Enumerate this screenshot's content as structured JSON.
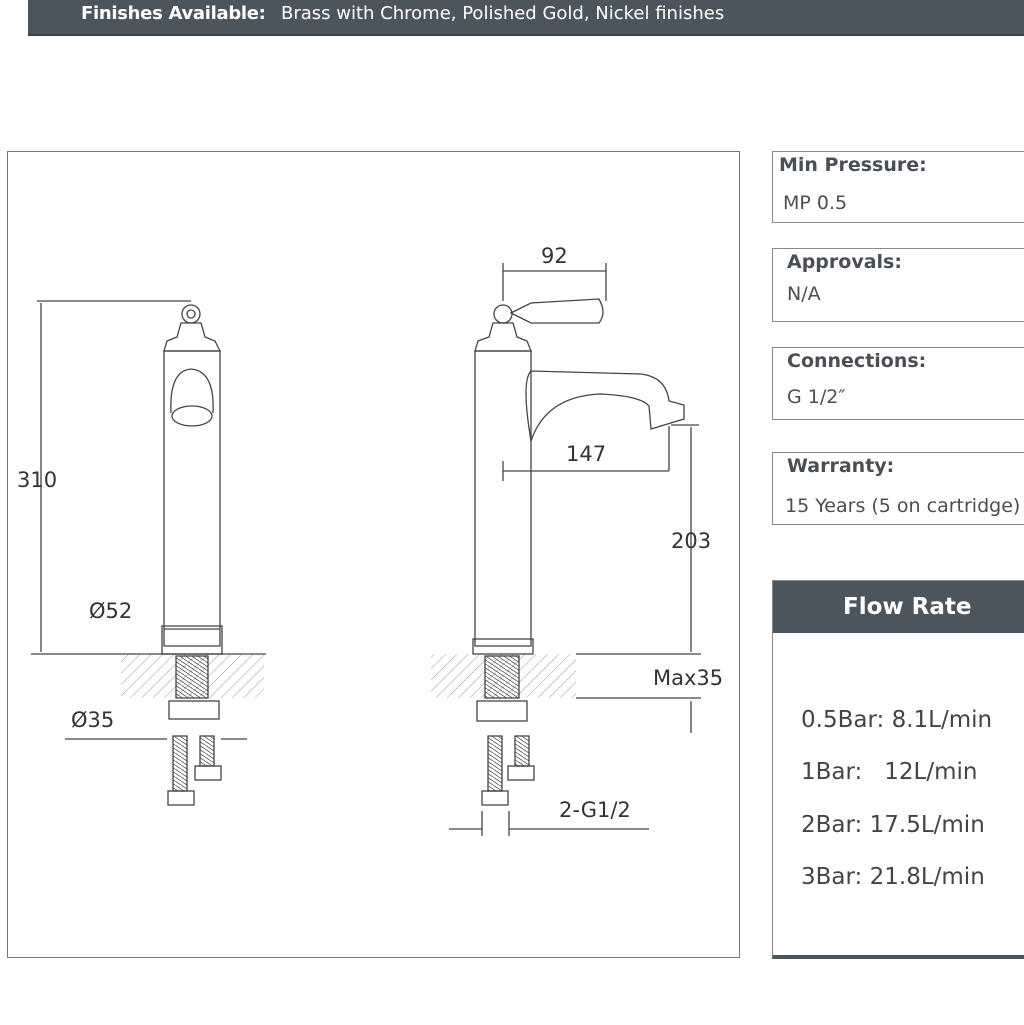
{
  "header": {
    "label": "Finishes Available:",
    "value": "Brass with Chrome, Polished Gold, Nickel finishes"
  },
  "drawing": {
    "dimensions": {
      "height_total": "310",
      "body_diameter": "Ø52",
      "base_diameter": "Ø35",
      "handle_width": "92",
      "spout_reach": "147",
      "spout_height": "203",
      "max_counter": "Max35",
      "connection": "2-G1/2"
    }
  },
  "specs": [
    {
      "title": "Min Pressure:",
      "value": "MP 0.5"
    },
    {
      "title": "Approvals:",
      "value": "N/A"
    },
    {
      "title": "Connections:",
      "value": "G 1/2″"
    },
    {
      "title": "Warranty:",
      "value": "15 Years (5 on cartridge)"
    }
  ],
  "flow_rate": {
    "title": "Flow Rate",
    "rows": [
      {
        "pressure": "0.5Bar:",
        "rate": "8.1L/min"
      },
      {
        "pressure": "1Bar:",
        "rate": "12L/min"
      },
      {
        "pressure": "2Bar:",
        "rate": "17.5L/min"
      },
      {
        "pressure": "3Bar:",
        "rate": "21.8L/min"
      }
    ]
  },
  "colors": {
    "header_bg": "#4b555e",
    "border": "#888888"
  }
}
